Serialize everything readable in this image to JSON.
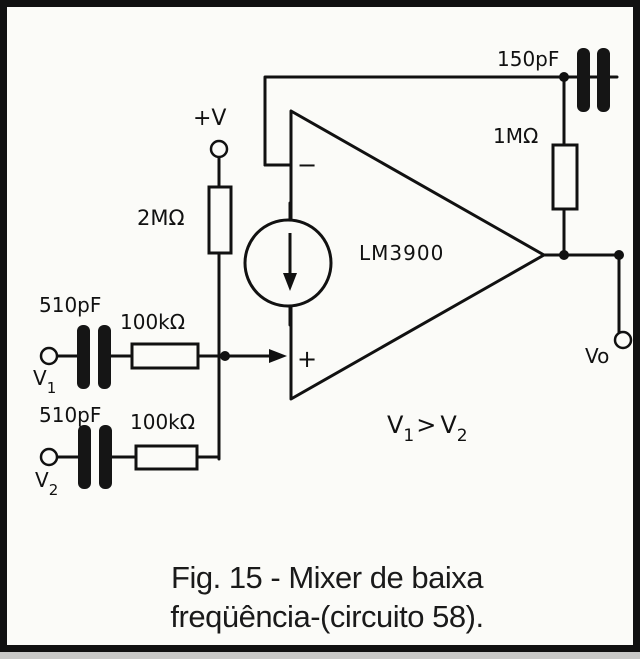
{
  "diagram": {
    "supply_label": "+V",
    "supply_resistor": "2MΩ",
    "feedback_capacitor": "150pF",
    "feedback_resistor": "1MΩ",
    "opamp_name": "LM3900",
    "inverting_sign": "−",
    "noninverting_sign": "+",
    "input1": {
      "capacitor": "510pF",
      "resistor": "100kΩ",
      "source": "V",
      "subscript": "1"
    },
    "input2": {
      "capacitor": "510pF",
      "resistor": "100kΩ",
      "source": "V",
      "subscript": "2"
    },
    "output_label": "Vo",
    "condition": {
      "a": "V",
      "a_sub": "1",
      "op": ">",
      "b": "V",
      "b_sub": "2"
    }
  },
  "caption": {
    "line1": "Fig. 15 - Mixer de baixa",
    "line2": "freqüência-(circuito 58)."
  }
}
